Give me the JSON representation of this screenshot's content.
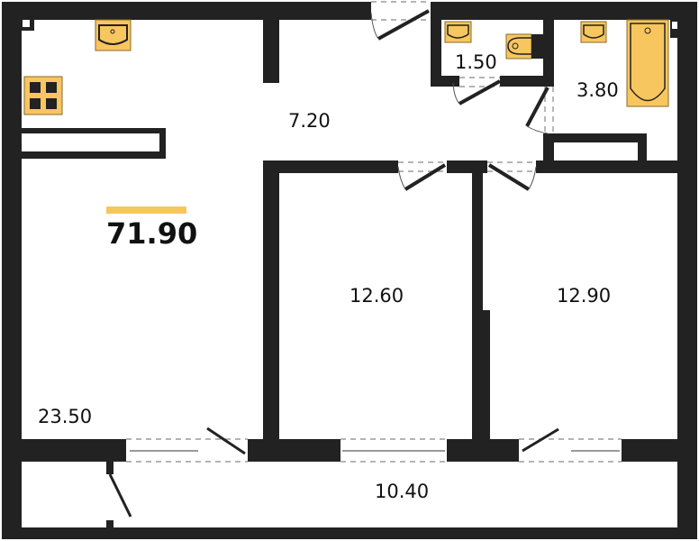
{
  "plan": {
    "total_area": "71.90",
    "accent_color": "#f7c65e",
    "wall_color": "#222222",
    "rooms": [
      {
        "id": "living-kitchen",
        "area": "23.50"
      },
      {
        "id": "hallway",
        "area": "7.20"
      },
      {
        "id": "toilet",
        "area": "1.50"
      },
      {
        "id": "bathroom",
        "area": "3.80"
      },
      {
        "id": "bedroom-1",
        "area": "12.60"
      },
      {
        "id": "bedroom-2",
        "area": "12.90"
      },
      {
        "id": "balcony",
        "area": "10.40"
      }
    ],
    "icons": [
      "sink-icon",
      "stove-icon",
      "toilet-icon",
      "bathtub-icon",
      "door-icon",
      "window-icon"
    ]
  }
}
